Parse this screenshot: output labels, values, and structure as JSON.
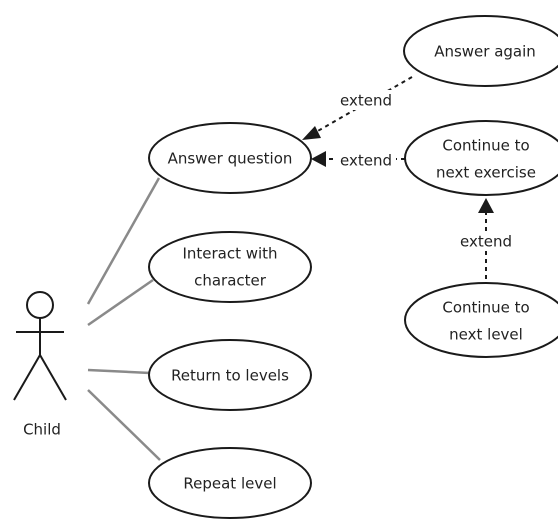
{
  "actor": {
    "name": "Child"
  },
  "use_cases": {
    "answer_question": [
      "Answer question"
    ],
    "interact_with_character": [
      "Interact with",
      "character"
    ],
    "return_to_levels": [
      "Return to levels"
    ],
    "repeat_level": [
      "Repeat level"
    ],
    "answer_again": [
      "Answer again"
    ],
    "continue_next_exercise": [
      "Continue to",
      "next exercise"
    ],
    "continue_next_level": [
      "Continue to",
      "next level"
    ]
  },
  "relations": {
    "extend_answer_again": "extend",
    "extend_next_exercise": "extend",
    "extend_next_level": "extend"
  }
}
